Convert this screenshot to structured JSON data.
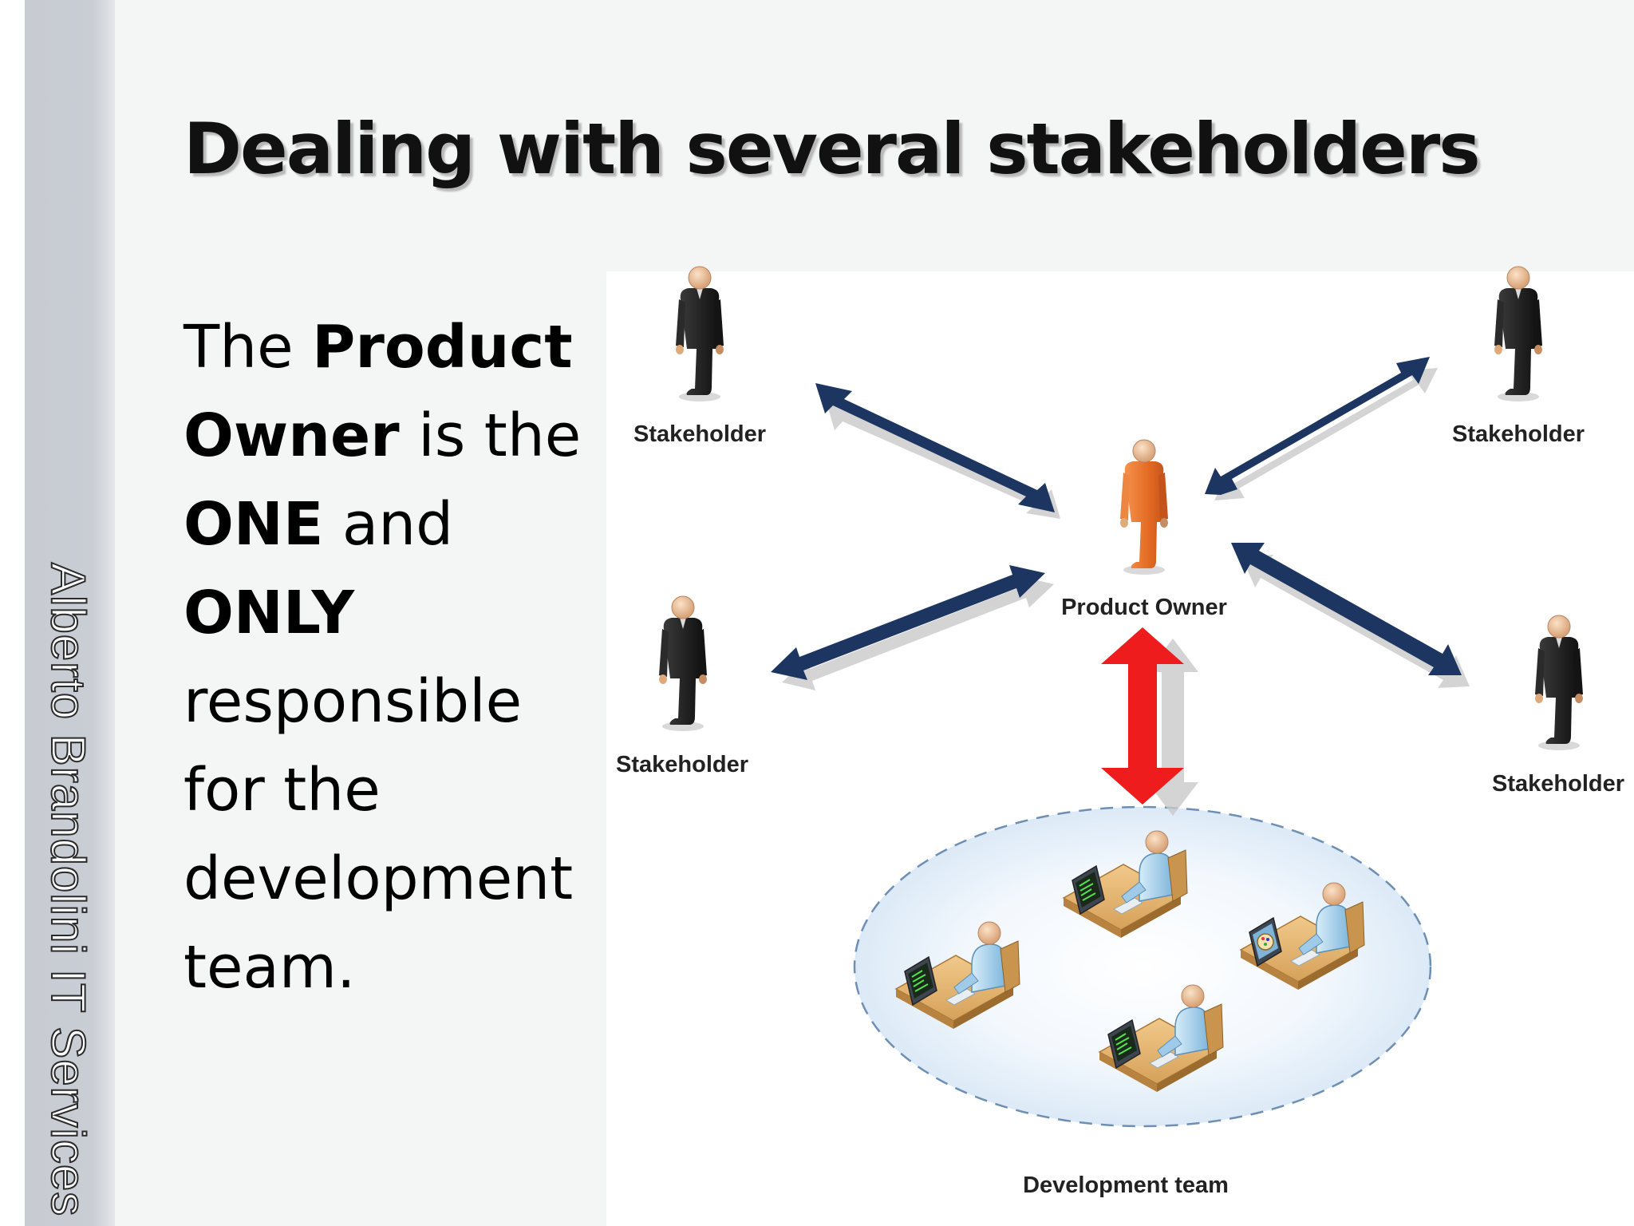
{
  "slide": {
    "title": "Dealing with several stakeholders",
    "sidebar_text": "Alberto Brandolini IT Services",
    "body": {
      "l1_a": "The ",
      "l1_b": "Product",
      "l2_a": "Owner",
      "l2_b": " is the",
      "l3_a": "ONE",
      "l3_b": " and",
      "l4": "ONLY",
      "l5": "responsible",
      "l6": "for the",
      "l7": "development",
      "l8": "team."
    }
  },
  "diagram": {
    "stakeholder_top_left": "Stakeholder",
    "stakeholder_top_right": "Stakeholder",
    "stakeholder_mid_left": "Stakeholder",
    "stakeholder_mid_right": "Stakeholder",
    "product_owner": "Product Owner",
    "development_team": "Development team"
  },
  "colors": {
    "stakeholder_arrow": "#1c3561",
    "team_arrow": "#ee1c1c",
    "product_owner_figure": "#e8732a",
    "stakeholder_figure": "#2a2a2a",
    "team_ellipse_border": "#6e8fb3"
  }
}
